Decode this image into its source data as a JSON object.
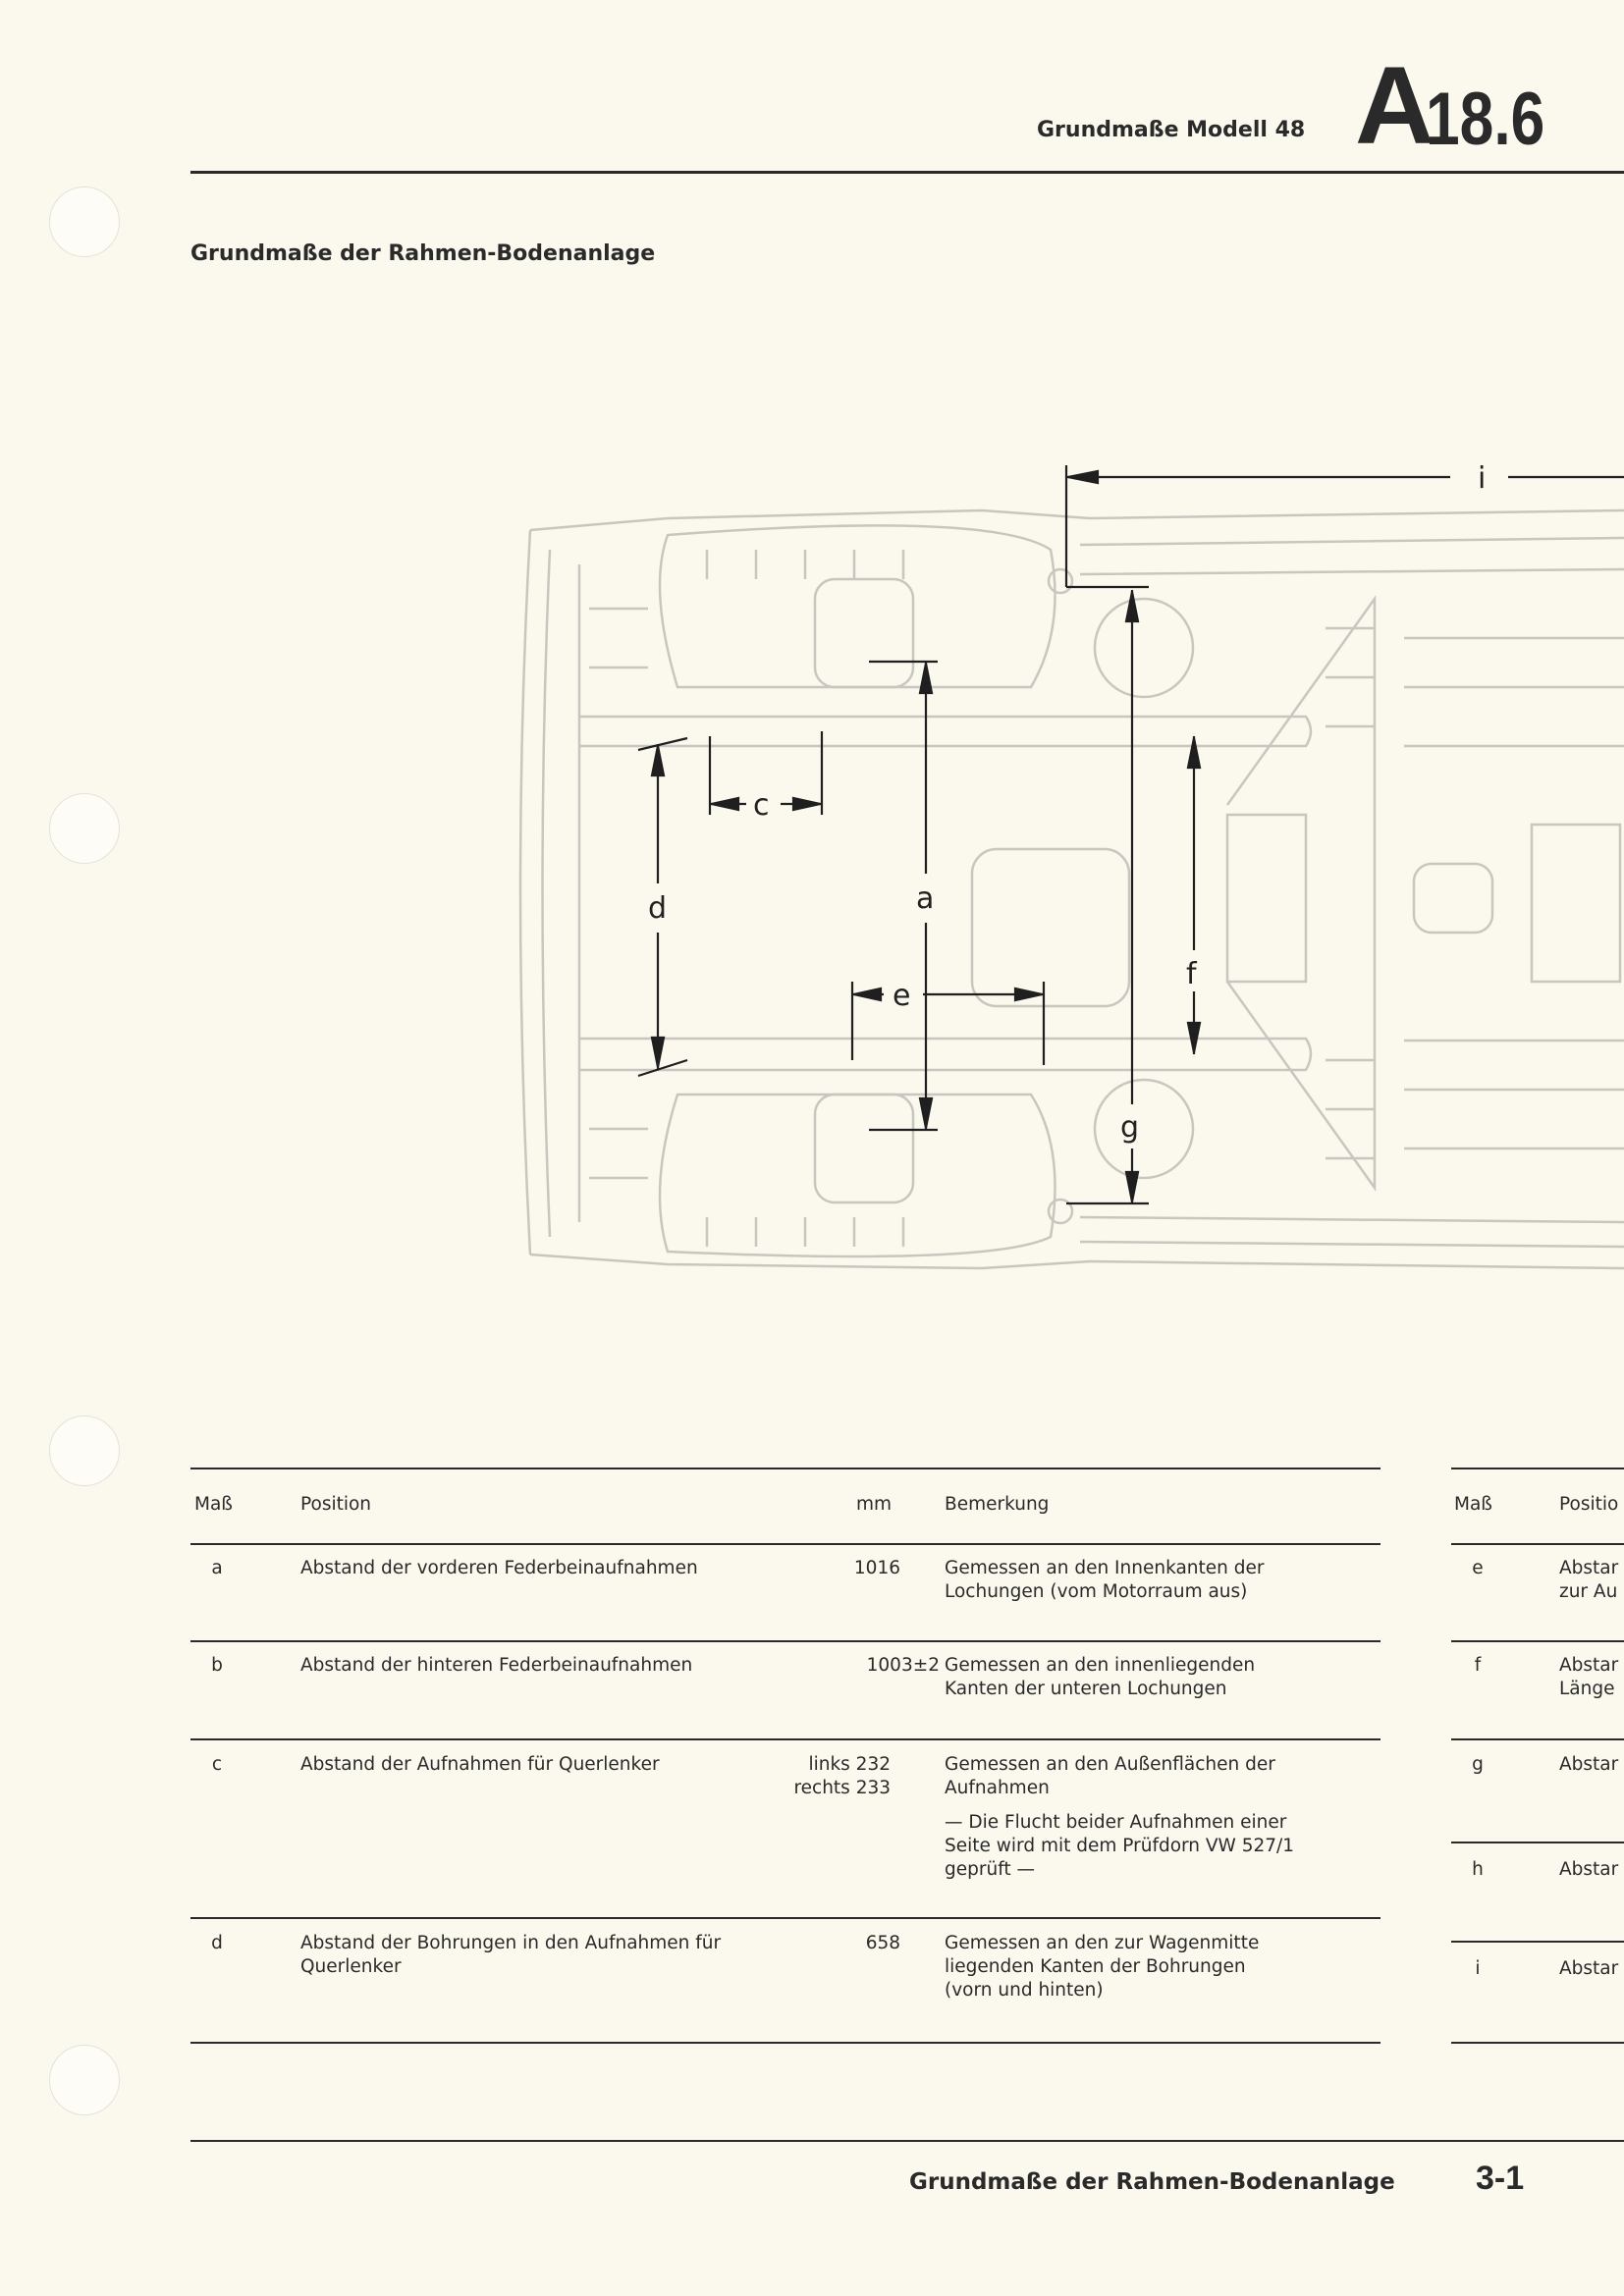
{
  "header": {
    "title": "Grundmaße Modell 48",
    "section_letter": "A",
    "section_number": "18.6"
  },
  "subtitle": "Grundmaße der Rahmen-Bodenanlage",
  "diagram": {
    "labels": {
      "a": "a",
      "c": "c",
      "d": "d",
      "e": "e",
      "f": "f",
      "g": "g",
      "i": "i"
    }
  },
  "table": {
    "headers": {
      "mass": "Maß",
      "position": "Position",
      "mm": "mm",
      "remark": "Bemerkung"
    },
    "rows": [
      {
        "mass": "a",
        "position": [
          "Abstand der vorderen Federbeinaufnahmen"
        ],
        "mm": [
          "1016"
        ],
        "remark": [
          "Gemessen an den Innenkanten der",
          "Lochungen (vom Motorraum aus)"
        ]
      },
      {
        "mass": "b",
        "position": [
          "Abstand der hinteren Federbeinaufnahmen"
        ],
        "mm": [
          "1003±2"
        ],
        "remark": [
          "Gemessen an den innenliegenden",
          "Kanten der unteren Lochungen"
        ]
      },
      {
        "mass": "c",
        "position": [
          "Abstand der Aufnahmen für Querlenker"
        ],
        "mm": [
          "links 232",
          "rechts 233"
        ],
        "remark": [
          "Gemessen an den Außenflächen der",
          "Aufnahmen"
        ],
        "note": [
          "— Die Flucht beider Aufnahmen einer",
          "Seite wird mit dem Prüfdorn VW 527/1",
          "geprüft —"
        ]
      },
      {
        "mass": "d",
        "position": [
          "Abstand der Bohrungen in den Aufnahmen für",
          "Querlenker"
        ],
        "mm": [
          "658"
        ],
        "remark": [
          "Gemessen an den zur Wagenmitte",
          "liegenden Kanten der Bohrungen",
          "(vorn und hinten)"
        ]
      }
    ]
  },
  "table_right": {
    "headers": {
      "mass": "Maß",
      "position": "Positio"
    },
    "rows": [
      {
        "mass": "e",
        "position": [
          "Abstar",
          "zur Au"
        ]
      },
      {
        "mass": "f",
        "position": [
          "Abstar",
          "Länge"
        ]
      },
      {
        "mass": "g",
        "position": [
          "Abstar"
        ]
      },
      {
        "mass": "h",
        "position": [
          "Abstar"
        ]
      },
      {
        "mass": "i",
        "position": [
          "Abstar"
        ]
      }
    ]
  },
  "footer": {
    "title": "Grundmaße der Rahmen-Bodenanlage",
    "page": "3-1"
  }
}
